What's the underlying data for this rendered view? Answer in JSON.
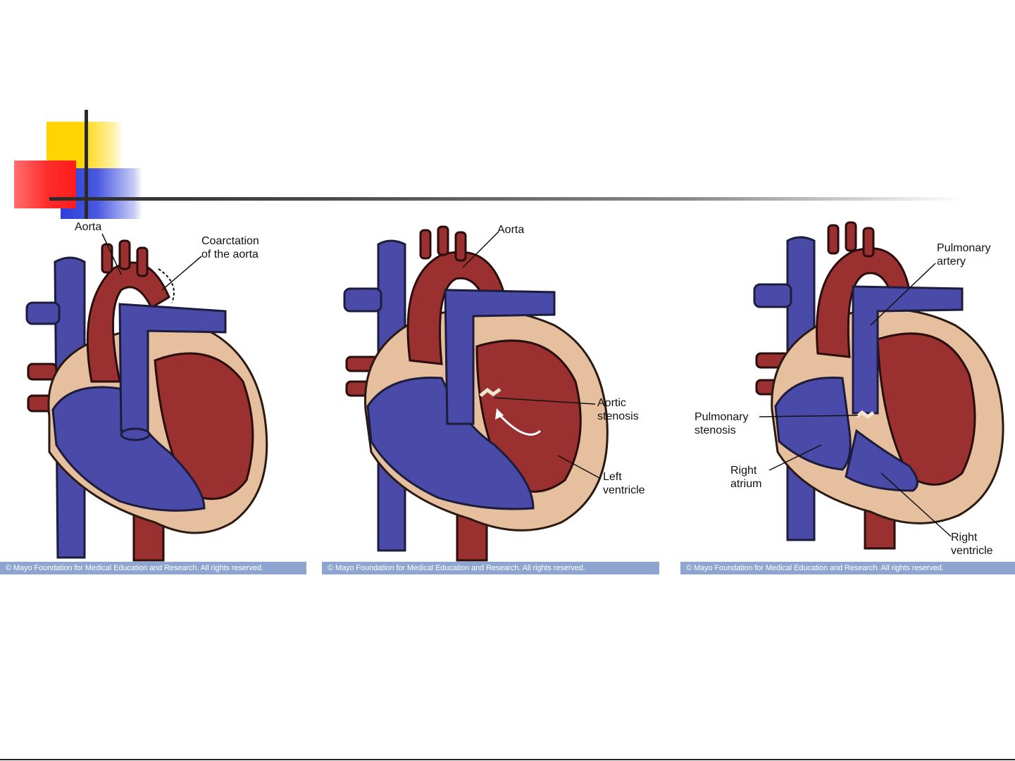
{
  "colors": {
    "accent_yellow": "#ffd400",
    "accent_blue": "#2d3fd8",
    "accent_red": "#ff2b2b",
    "vessel_blue": "#4a4aa8",
    "vessel_red": "#9a3030",
    "tissue": "#e6bf9e",
    "caption_bar": "#8ea6cf"
  },
  "copyright": "© Mayo Foundation for Medical Education and Research. All rights reserved.",
  "panels": [
    {
      "labels": {
        "aorta": "Aorta",
        "coarctation": "Coarctation\nof the aorta"
      }
    },
    {
      "labels": {
        "aorta": "Aorta",
        "aortic_stenosis": "Aortic\nstenosis",
        "left_ventricle": "Left\nventricle"
      }
    },
    {
      "labels": {
        "pulmonary_artery": "Pulmonary\nartery",
        "pulmonary_stenosis": "Pulmonary\nstenosis",
        "right_atrium": "Right\natrium",
        "right_ventricle": "Right\nventricle"
      }
    }
  ]
}
